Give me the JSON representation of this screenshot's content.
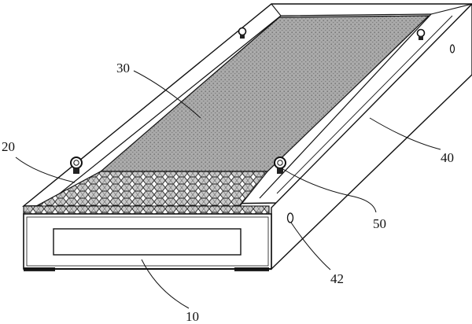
{
  "figure": {
    "labels": {
      "base": "10",
      "mesh_layer": "20",
      "top_panel": "30",
      "frame": "40",
      "frame_hole": "42",
      "lifting_eye": "50"
    }
  }
}
